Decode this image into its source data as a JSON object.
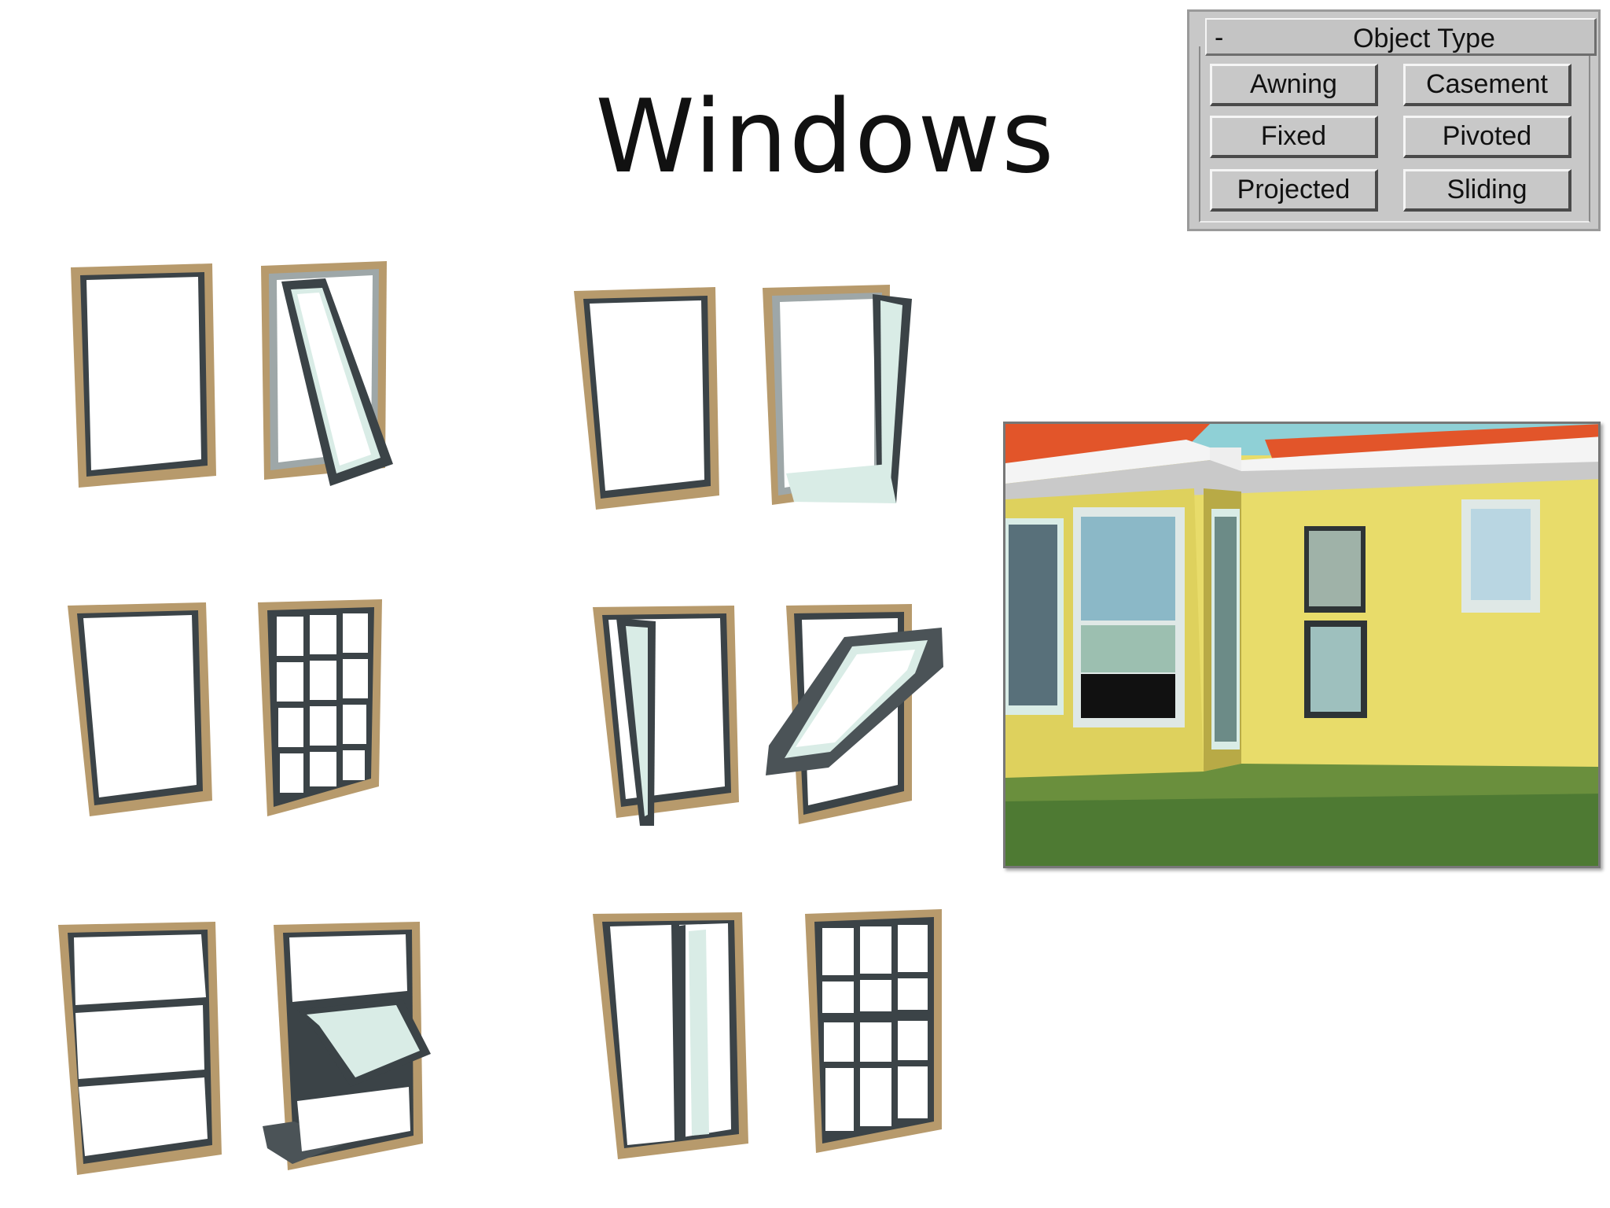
{
  "title": "Windows",
  "object_type_panel": {
    "collapse_symbol": "-",
    "header": "Object Type",
    "buttons": [
      {
        "label": "Awning"
      },
      {
        "label": "Casement"
      },
      {
        "label": "Fixed"
      },
      {
        "label": "Pivoted"
      },
      {
        "label": "Projected"
      },
      {
        "label": "Sliding"
      }
    ]
  },
  "colors": {
    "frame_wood": "#b79a6c",
    "sash_dark": "#3b4347",
    "glass": "#d9ece6",
    "wall_yellow": "#e8dc6a",
    "roof_orange": "#e2552a",
    "panel_gray": "#c8c8c8"
  },
  "window_illustrations": [
    {
      "icon": "awning-window-icon"
    },
    {
      "icon": "casement-window-icon"
    },
    {
      "icon": "fixed-window-icon"
    },
    {
      "icon": "pivoted-window-icon"
    },
    {
      "icon": "projected-window-icon"
    },
    {
      "icon": "sliding-window-icon"
    }
  ],
  "house_render": {
    "icon": "house-windows-render-icon"
  }
}
